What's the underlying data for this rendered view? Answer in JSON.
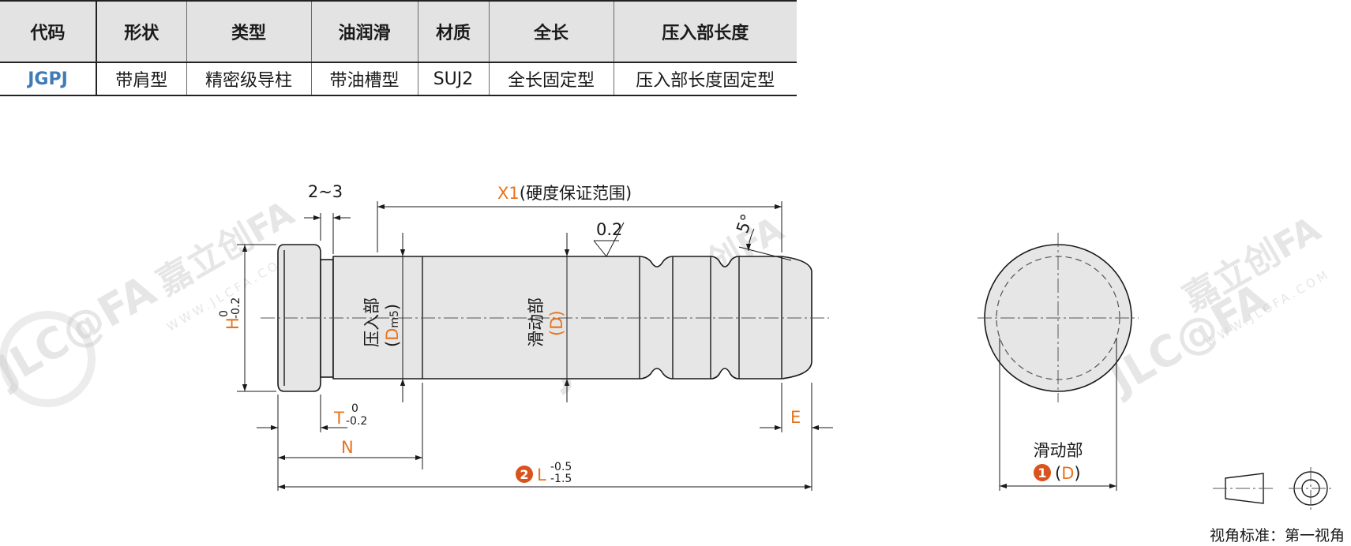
{
  "table": {
    "headers": [
      "代码",
      "形状",
      "类型",
      "油润滑",
      "材质",
      "全长",
      "压入部长度"
    ],
    "row": [
      "JGPJ",
      "带肩型",
      "精密级导柱",
      "带油槽型",
      "SUJ2",
      "全长固定型",
      "压入部长度固定型"
    ]
  },
  "drawing": {
    "chamfer_label": "2~3",
    "x1_symbol": "X",
    "x1_sub": "1",
    "x1_text": "(硬度保证范围)",
    "roughness": "0.2",
    "angle": "5°",
    "h_label": "H",
    "h_tol_upper": "0",
    "h_tol_lower": "-0.2",
    "press_label": "压入部",
    "press_open": "(",
    "press_d": "D",
    "press_d_sub": "m5",
    "press_close": ")",
    "slide_label": "滑动部",
    "slide_dim": "(D)",
    "t_label": "T",
    "t_tol_upper": "0",
    "t_tol_lower": "-0.2",
    "e_label": "E",
    "n_label": "N",
    "l_badge": "2",
    "l_label": "L",
    "l_tol_upper": "-0.5",
    "l_tol_lower": "-1.5",
    "end_slide_label": "滑动部",
    "end_badge": "1",
    "end_dim_open": "(",
    "end_dim_d": "D",
    "end_dim_close": ")"
  },
  "view_standard": "视角标准：第一视角",
  "watermark": {
    "logo": "JLC@FA",
    "brand": "嘉立创FA",
    "url": "WWW.JLCFA.COM"
  },
  "colors": {
    "accent": "#e8731c",
    "code": "#3f7cb5",
    "badge": "#d9531e"
  }
}
